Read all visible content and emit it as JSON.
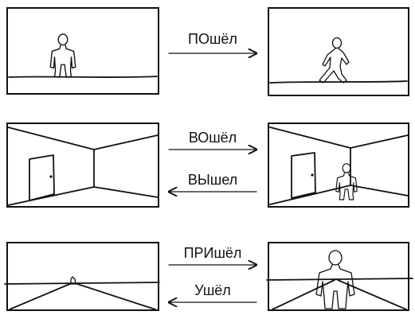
{
  "rows": [
    {
      "labels": [
        "ПОшёл"
      ]
    },
    {
      "labels": [
        "ВОшёл",
        "ВЫшел"
      ]
    },
    {
      "labels": [
        "ПРИшёл",
        "Ушёл"
      ]
    }
  ]
}
